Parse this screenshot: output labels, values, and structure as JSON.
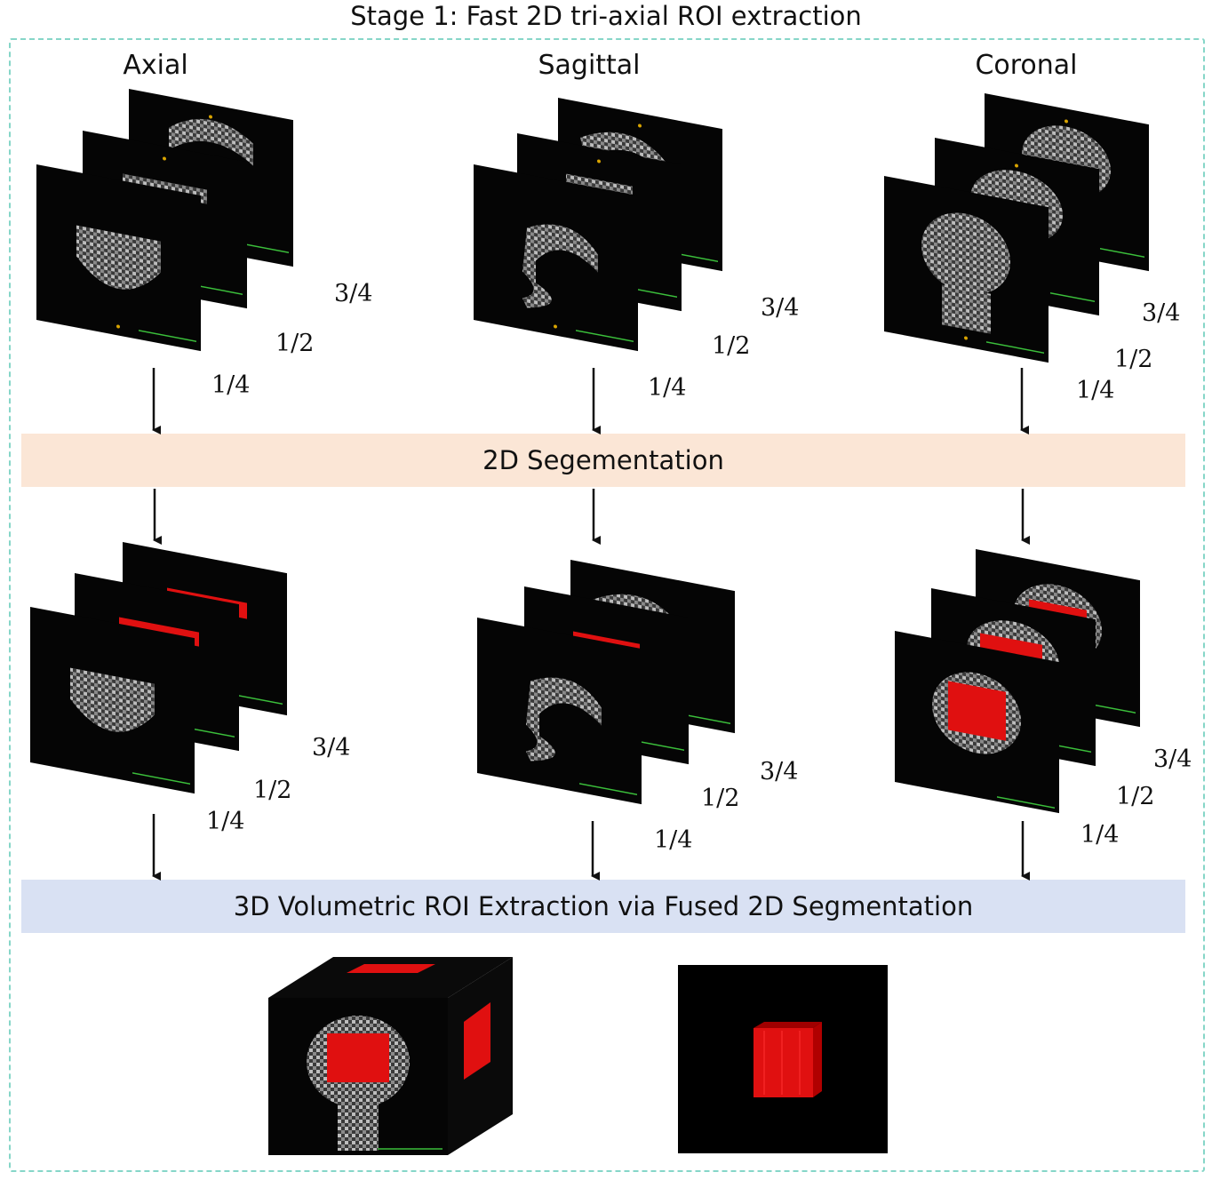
{
  "title": "Stage 1: Fast 2D tri-axial ROI extraction",
  "planes": [
    {
      "name": "Axial",
      "fractions": [
        "3/4",
        "1/2",
        "1/4"
      ]
    },
    {
      "name": "Sagittal",
      "fractions": [
        "3/4",
        "1/2",
        "1/4"
      ]
    },
    {
      "name": "Coronal",
      "fractions": [
        "3/4",
        "1/2",
        "1/4"
      ]
    }
  ],
  "band_segmentation": "2D Segementation",
  "band_roi": "3D Volumetric ROI Extraction via Fused 2D Segmentation",
  "colors": {
    "frame_border": "#86d6c8",
    "segmentation_band": "#fbe6d6",
    "roi_band": "#d9e1f3",
    "roi_red": "#e01010",
    "slice_background": "#050505",
    "slice_marker": "#d9a400",
    "scale_bar": "#3bbf3b"
  }
}
